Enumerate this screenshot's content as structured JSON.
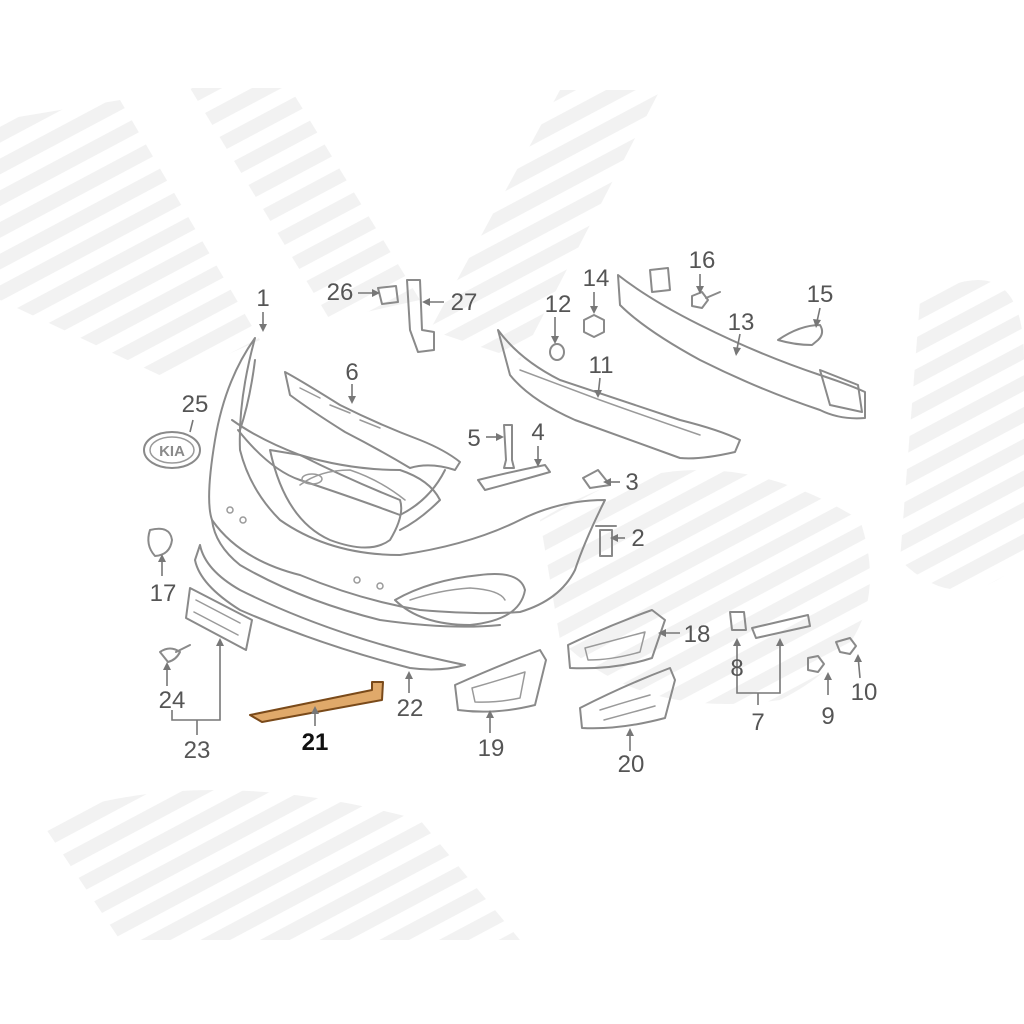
{
  "diagram": {
    "colors": {
      "line_art": "#8a8a8a",
      "callout_text": "#555555",
      "highlight_part": "#e0a96a",
      "highlight_label": "#111111",
      "watermark": "#efefef"
    },
    "highlighted_part": "21",
    "callouts": [
      {
        "id": "1",
        "label": "1"
      },
      {
        "id": "2",
        "label": "2"
      },
      {
        "id": "3",
        "label": "3"
      },
      {
        "id": "4",
        "label": "4"
      },
      {
        "id": "5",
        "label": "5"
      },
      {
        "id": "6",
        "label": "6"
      },
      {
        "id": "7",
        "label": "7"
      },
      {
        "id": "8",
        "label": "8"
      },
      {
        "id": "9",
        "label": "9"
      },
      {
        "id": "10",
        "label": "10"
      },
      {
        "id": "11",
        "label": "11"
      },
      {
        "id": "12",
        "label": "12"
      },
      {
        "id": "13",
        "label": "13"
      },
      {
        "id": "14",
        "label": "14"
      },
      {
        "id": "15",
        "label": "15"
      },
      {
        "id": "16",
        "label": "16"
      },
      {
        "id": "17",
        "label": "17"
      },
      {
        "id": "18",
        "label": "18"
      },
      {
        "id": "19",
        "label": "19"
      },
      {
        "id": "20",
        "label": "20"
      },
      {
        "id": "21",
        "label": "21"
      },
      {
        "id": "22",
        "label": "22"
      },
      {
        "id": "23",
        "label": "23"
      },
      {
        "id": "24",
        "label": "24"
      },
      {
        "id": "25",
        "label": "25"
      },
      {
        "id": "26",
        "label": "26"
      },
      {
        "id": "27",
        "label": "27"
      }
    ],
    "emblem_text": "KIA"
  }
}
